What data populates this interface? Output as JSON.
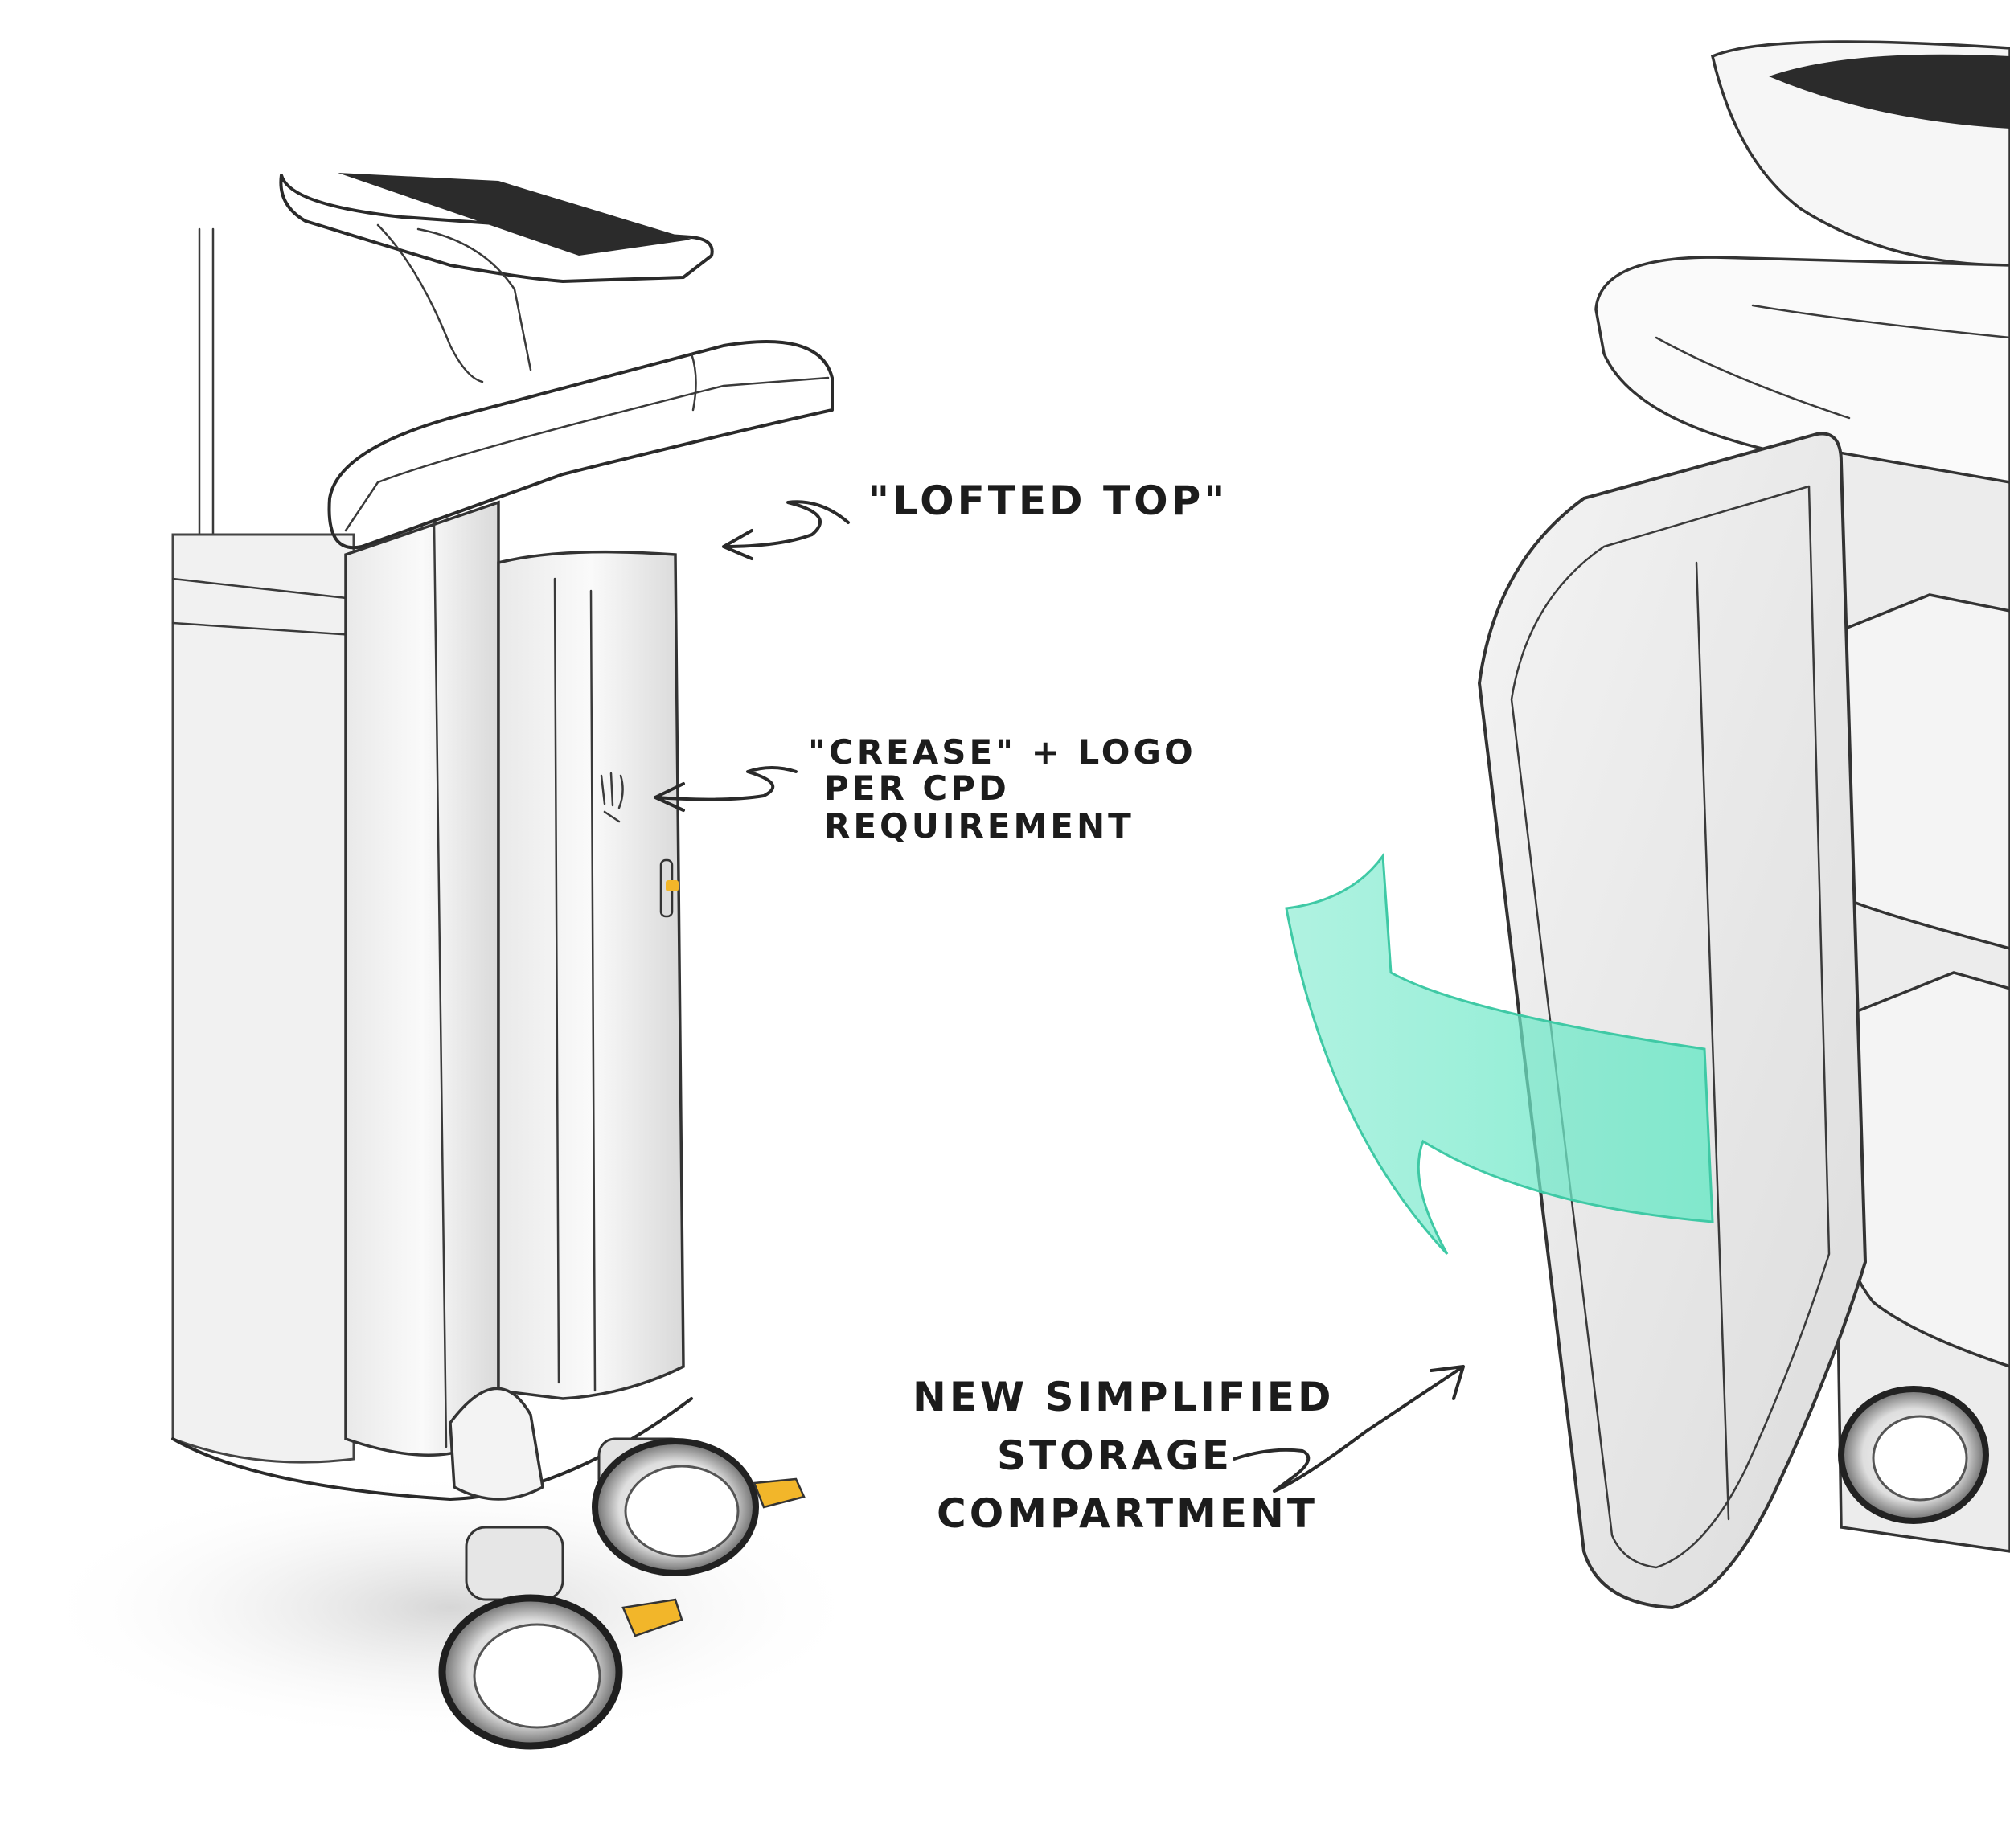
{
  "annotations": {
    "lofted_top": "\"LOFTED TOP\"",
    "crease_line1": "\"CREASE\" + LOGO",
    "crease_line2": "PER CPD",
    "crease_line3": "REQUIREMENT",
    "storage_line1": "NEW SIMPLIFIED",
    "storage_line2": "STORAGE",
    "storage_line3": "COMPARTMENT"
  },
  "colors": {
    "accent_arrow": "#6fe8c8",
    "caster_tab": "#f2b62a",
    "screen": "#2b2b2b",
    "ink": "#2a2a2a"
  }
}
